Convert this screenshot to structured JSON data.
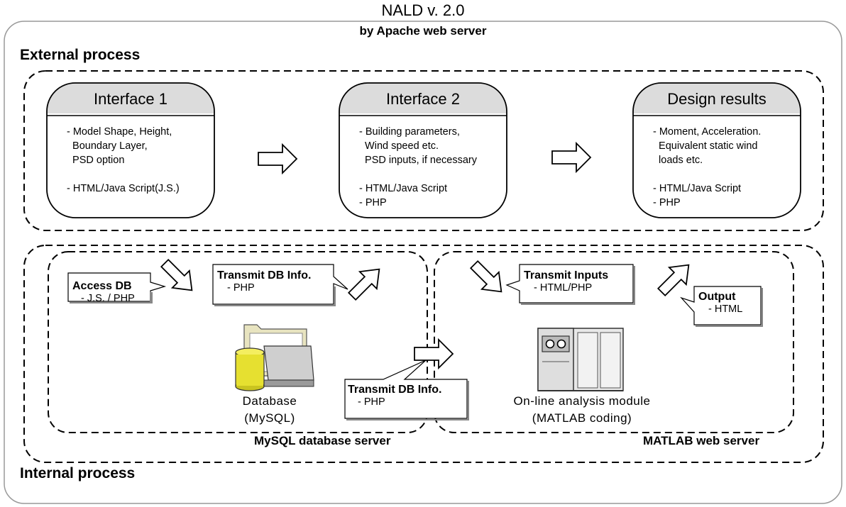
{
  "title": "NALD v. 2.0",
  "subtitle": "by Apache web server",
  "external_label": "External process",
  "internal_label": "Internal process",
  "cards": [
    {
      "title": "Interface 1",
      "lines": [
        "- Model Shape, Height,",
        "  Boundary Layer,",
        "  PSD option",
        "",
        "- HTML/Java Script(J.S.)"
      ]
    },
    {
      "title": "Interface 2",
      "lines": [
        "- Building parameters,",
        "  Wind speed etc.",
        "  PSD inputs, if necessary",
        "",
        "- HTML/Java Script",
        "- PHP"
      ]
    },
    {
      "title": "Design results",
      "lines": [
        "- Moment, Acceleration.",
        "  Equivalent static wind",
        "  loads etc.",
        "",
        "- HTML/Java Script",
        "- PHP"
      ]
    }
  ],
  "callouts": {
    "access_db": {
      "title": "Access DB",
      "line": "- J.S. / PHP"
    },
    "transmit_db_top": {
      "title": "Transmit DB Info.",
      "line": "- PHP"
    },
    "transmit_db_bottom": {
      "title": "Transmit DB Info.",
      "line": "- PHP"
    },
    "transmit_inputs": {
      "title": "Transmit Inputs",
      "line": "- HTML/PHP"
    },
    "output": {
      "title": "Output",
      "line": "- HTML"
    }
  },
  "database": {
    "line1": "Database",
    "line2": "(MySQL)"
  },
  "analysis": {
    "line1": "On-line analysis module",
    "line2": "(MATLAB coding)"
  },
  "mysql_server_label": "MySQL database server",
  "matlab_server_label": "MATLAB web server"
}
